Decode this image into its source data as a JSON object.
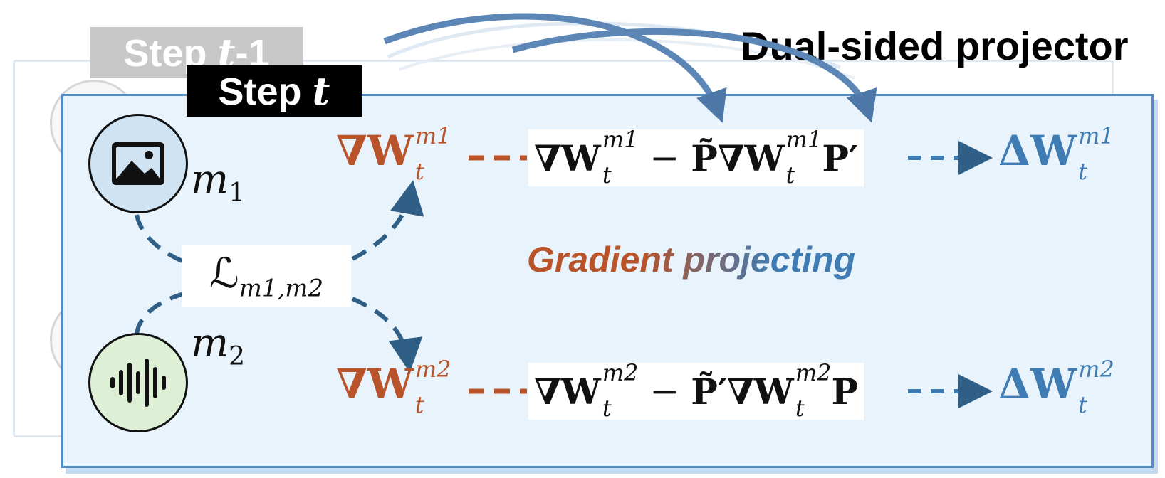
{
  "title": "Dual-sided projector",
  "steps": {
    "previous": {
      "word": "Step",
      "var": "t",
      "suffix": "-1"
    },
    "current": {
      "word": "Step",
      "var": "t"
    }
  },
  "modalities": [
    {
      "label": "m",
      "index": "1",
      "icon": "image-icon"
    },
    {
      "label": "m",
      "index": "2",
      "icon": "audio-waveform-icon"
    }
  ],
  "loss": {
    "symbol": "ℒ",
    "subscript": "m1,m2"
  },
  "caption": "Gradient projecting",
  "gradients": [
    {
      "grad_symbol": "∇W",
      "sup": "m1",
      "sub": "t",
      "equation": {
        "lhs": "∇W",
        "lhs_sup": "m1",
        "lhs_sub": "t",
        "minus": "−",
        "left_proj": "P̃",
        "mid": "∇W",
        "mid_sup": "m1",
        "mid_sub": "t",
        "right_proj": "P′"
      },
      "delta_symbol": "ΔW",
      "delta_sup": "m1",
      "delta_sub": "t"
    },
    {
      "grad_symbol": "∇W",
      "sup": "m2",
      "sub": "t",
      "equation": {
        "lhs": "∇W",
        "lhs_sup": "m2",
        "lhs_sub": "t",
        "minus": "−",
        "left_proj": "P̃′",
        "mid": "∇W",
        "mid_sup": "m2",
        "mid_sub": "t",
        "right_proj": "P"
      },
      "delta_symbol": "ΔW",
      "delta_sup": "m2",
      "delta_sub": "t"
    }
  ],
  "colors": {
    "orange": "#b9542a",
    "blue": "#3f7cb4",
    "frame": "#4d8cc9",
    "arrow_blue": "#2f5f86"
  }
}
